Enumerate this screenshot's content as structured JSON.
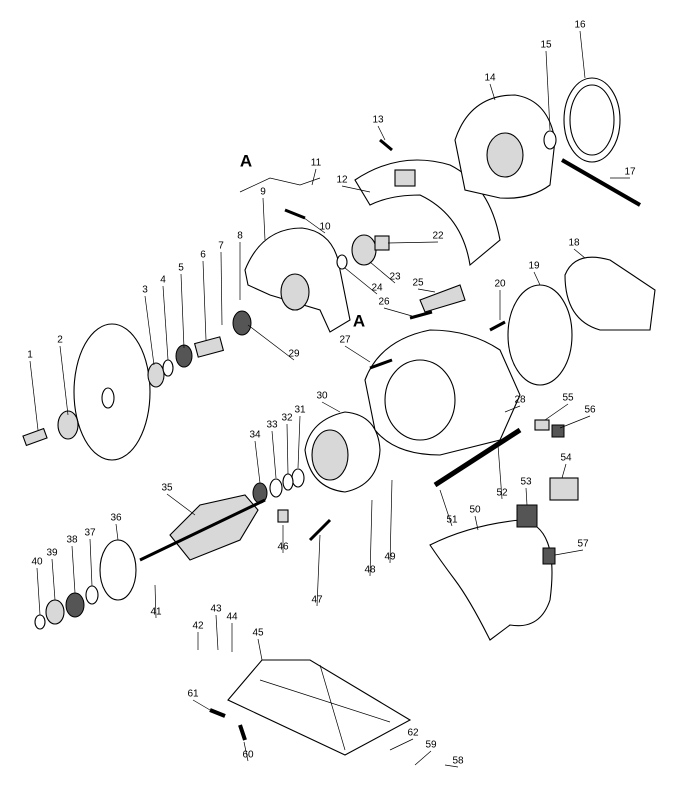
{
  "diagram": {
    "type": "exploded-parts-view",
    "part_numbers": [
      "1",
      "2",
      "3",
      "4",
      "5",
      "6",
      "7",
      "8",
      "9",
      "10",
      "11",
      "12",
      "13",
      "14",
      "15",
      "16",
      "17",
      "18",
      "19",
      "20",
      "22",
      "23",
      "24",
      "25",
      "26",
      "27",
      "28",
      "29",
      "30",
      "31",
      "32",
      "33",
      "34",
      "35",
      "36",
      "37",
      "38",
      "39",
      "40",
      "41",
      "42",
      "43",
      "44",
      "45",
      "46",
      "47",
      "48",
      "49",
      "50",
      "51",
      "52",
      "53",
      "54",
      "55",
      "56",
      "57",
      "58",
      "59",
      "60",
      "61",
      "62"
    ],
    "reference_marks": [
      "A",
      "A"
    ],
    "colors": {
      "ink": "#000000",
      "shade": "#d8d8d8",
      "background": "#ffffff"
    }
  }
}
